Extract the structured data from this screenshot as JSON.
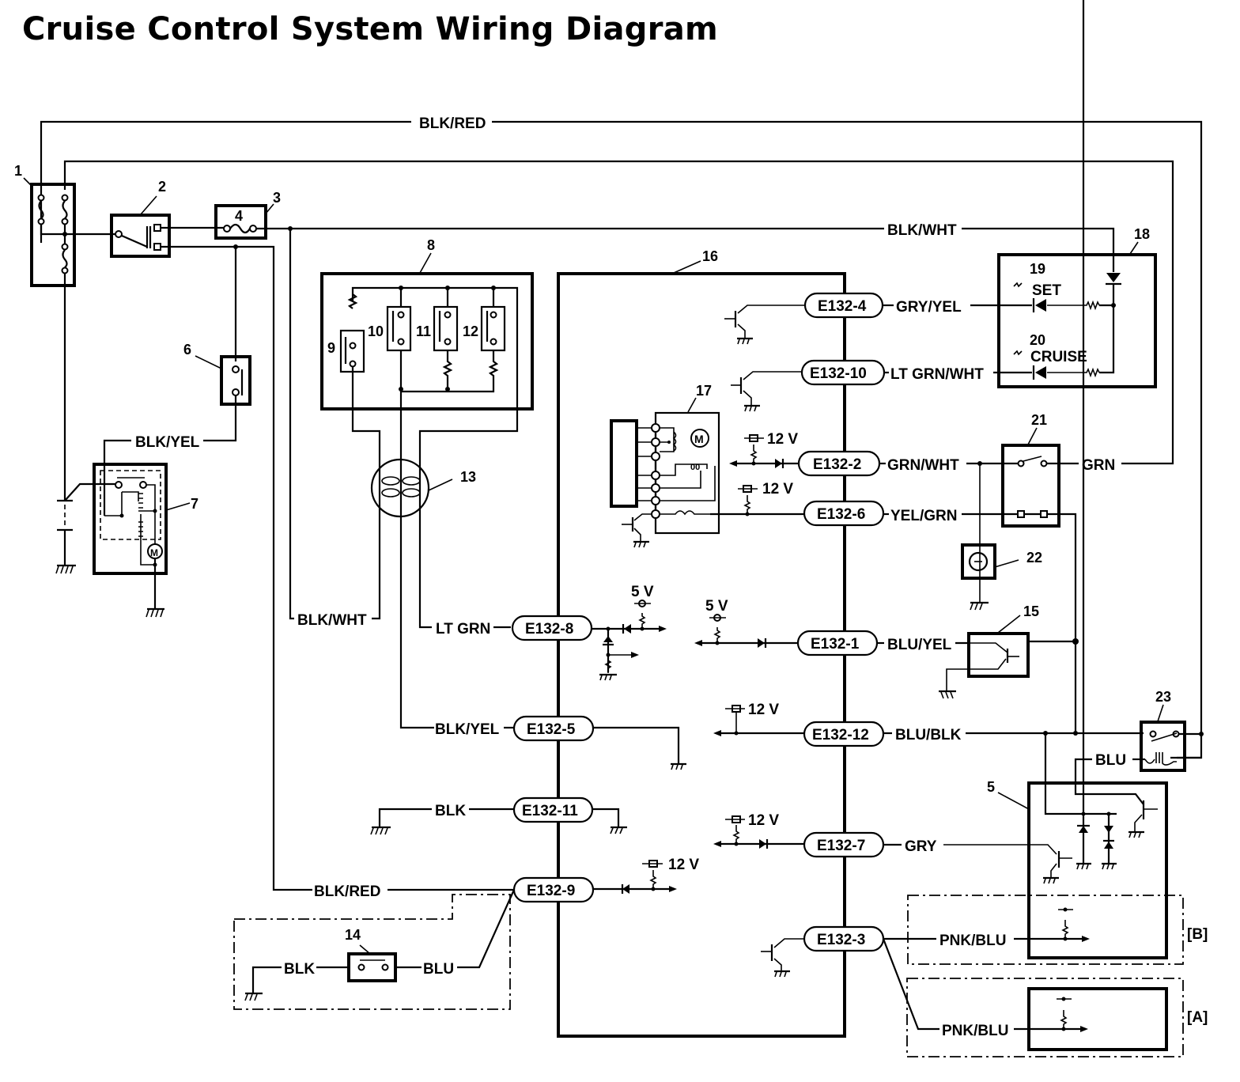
{
  "title": "Cruise Control System Wiring Diagram",
  "components": {
    "c1": "1",
    "c2": "2",
    "c3": "3",
    "c4": "4",
    "c5": "5",
    "c6": "6",
    "c7": "7",
    "c8": "8",
    "c9": "9",
    "c10": "10",
    "c11": "11",
    "c12": "12",
    "c13": "13",
    "c14": "14",
    "c15": "15",
    "c16": "16",
    "c17": "17",
    "c18": "18",
    "c19": "19",
    "c20": "20",
    "c21": "21",
    "c22": "22",
    "c23": "23"
  },
  "indicators": {
    "set": "SET",
    "cruise": "CRUISE"
  },
  "wires": {
    "blk_red_top": "BLK/RED",
    "blk_wht_top": "BLK/WHT",
    "blk_yel_left": "BLK/YEL",
    "blk_wht_left": "BLK/WHT",
    "lt_grn": "LT GRN",
    "blk_yel_mid": "BLK/YEL",
    "blk_e11": "BLK",
    "blk_red_bottom": "BLK/RED",
    "blk_14": "BLK",
    "blu_14": "BLU",
    "gry_yel": "GRY/YEL",
    "lt_grn_wht": "LT GRN/WHT",
    "grn_wht": "GRN/WHT",
    "grn": "GRN",
    "yel_grn": "YEL/GRN",
    "blu_yel": "BLU/YEL",
    "blu_blk": "BLU/BLK",
    "blu_23": "BLU",
    "gry": "GRY",
    "pnk_blu_b": "PNK/BLU",
    "pnk_blu_a": "PNK/BLU"
  },
  "pins": {
    "p4": "E132-4",
    "p10": "E132-10",
    "p2": "E132-2",
    "p6": "E132-6",
    "p8": "E132-8",
    "p1": "E132-1",
    "p5": "E132-5",
    "p12": "E132-12",
    "p11": "E132-11",
    "p7": "E132-7",
    "p9": "E132-9",
    "p3": "E132-3"
  },
  "voltages": {
    "v_e2": "12 V",
    "v_e6": "12 V",
    "v_e8": "5 V",
    "v_e1": "5 V",
    "v_e12": "12 V",
    "v_e7": "12 V",
    "v_e9": "12 V"
  },
  "variants": {
    "b": "[B]",
    "a": "[A]"
  },
  "motor_symbol": "M"
}
